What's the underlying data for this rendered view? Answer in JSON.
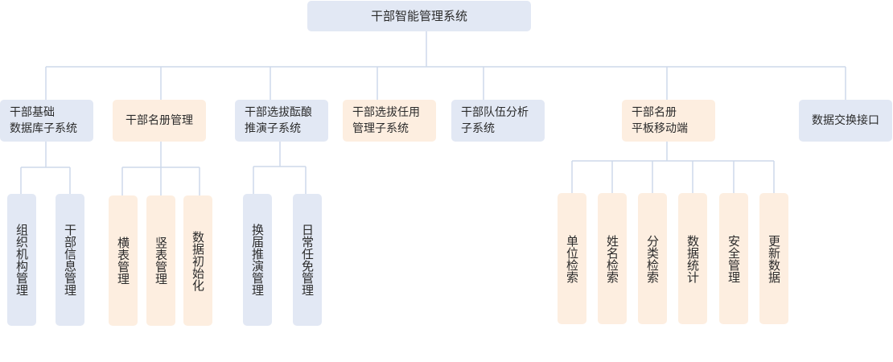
{
  "root": "干部智能管理系统",
  "modules": [
    {
      "lines": [
        "干部基础",
        "数据库子系统"
      ]
    },
    {
      "lines": [
        "干部名册管理"
      ]
    },
    {
      "lines": [
        "干部选拔酝酿",
        "推演子系统"
      ]
    },
    {
      "lines": [
        "干部选拔任用",
        "管理子系统"
      ]
    },
    {
      "lines": [
        "干部队伍分析",
        "子系统"
      ]
    },
    {
      "lines": [
        "干部名册",
        "平板移动端"
      ]
    },
    {
      "lines": [
        "数据交换接口"
      ]
    }
  ],
  "submodules": {
    "base_db": [
      "组织机构管理",
      "干部信息管理"
    ],
    "roster": [
      "横表管理",
      "竖表管理",
      "数据初始化"
    ],
    "selection": [
      "换届推演管理",
      "日常任免管理"
    ],
    "mobile": [
      "单位检索",
      "姓名检索",
      "分类检索",
      "数据统计",
      "安全管理",
      "更新数据"
    ]
  },
  "colors": {
    "blue": "#e2e8f4",
    "peach": "#fdeee0",
    "connector": "#cdd9ea"
  }
}
